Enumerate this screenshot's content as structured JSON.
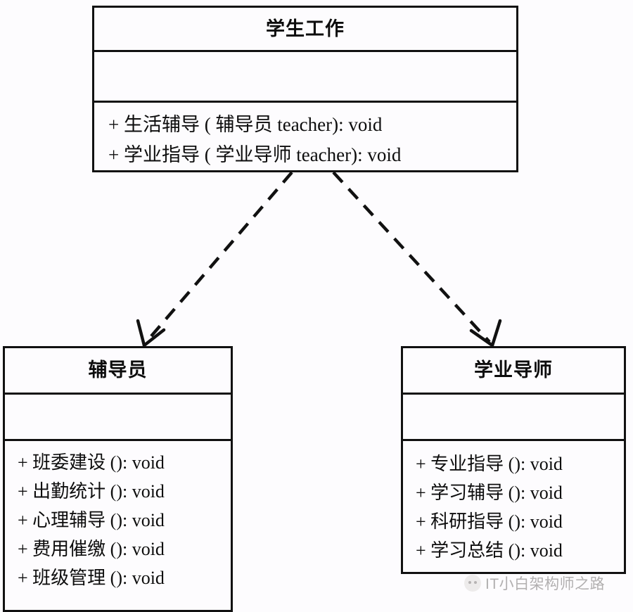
{
  "diagram": {
    "type": "uml-class-diagram",
    "background_color": "#fdfcfe",
    "line_color": "#111111",
    "text_color": "#0d0d0d",
    "classes": [
      {
        "id": "student-work",
        "name": "学生工作",
        "attributes": [],
        "operations": [
          "+ 生活辅导 ( 辅导员 teacher): void",
          "+ 学业指导 ( 学业导师 teacher): void"
        ]
      },
      {
        "id": "counselor",
        "name": "辅导员",
        "attributes": [],
        "operations": [
          "+ 班委建设 (): void",
          "+ 出勤统计 (): void",
          "+ 心理辅导 (): void",
          "+ 费用催缴 (): void",
          "+ 班级管理 (): void"
        ]
      },
      {
        "id": "academic-advisor",
        "name": "学业导师",
        "attributes": [],
        "operations": [
          "+ 专业指导 (): void",
          "+ 学习辅导 (): void",
          "+ 科研指导 (): void",
          "+ 学习总结 (): void"
        ]
      }
    ],
    "relationships": [
      {
        "id": "dep-student-work-to-counselor",
        "kind": "dependency",
        "style": "dashed",
        "arrowhead": "open",
        "from": "student-work",
        "to": "counselor"
      },
      {
        "id": "dep-student-work-to-academic-advisor",
        "kind": "dependency",
        "style": "dashed",
        "arrowhead": "open",
        "from": "student-work",
        "to": "academic-advisor"
      }
    ]
  },
  "watermark": {
    "logo_icon": "round-face-icon",
    "text": "IT小白架构师之路"
  }
}
